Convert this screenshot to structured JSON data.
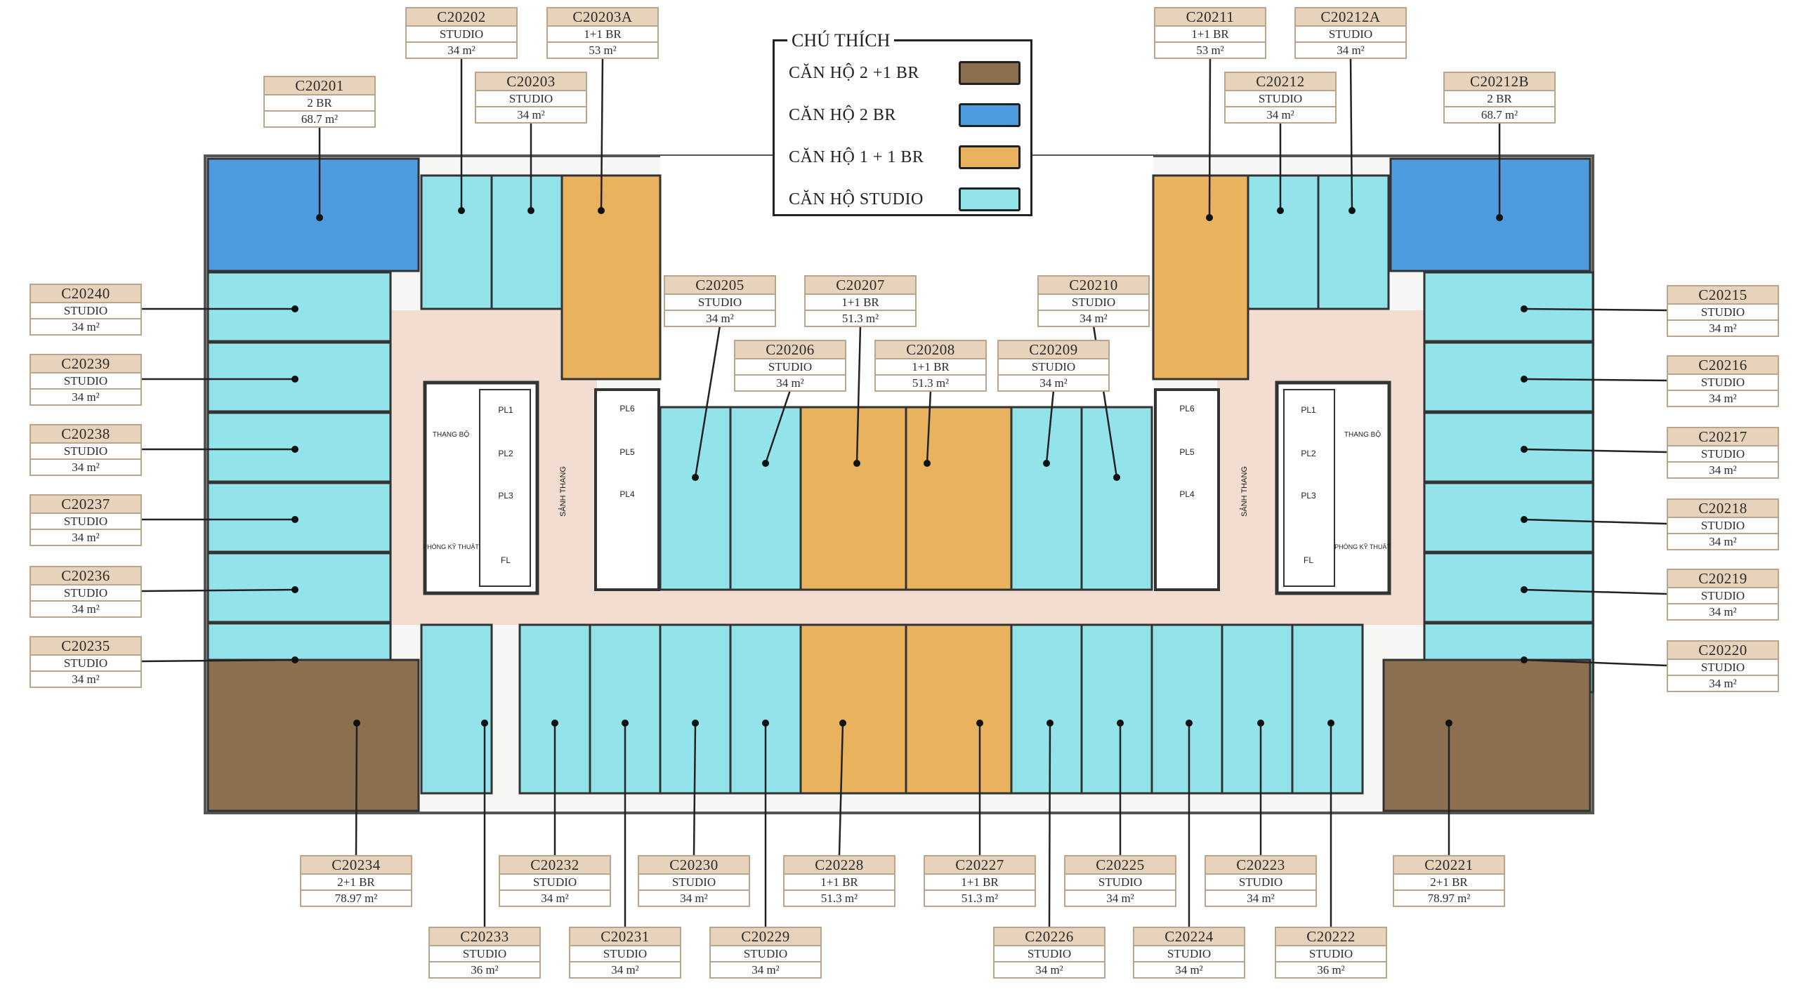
{
  "legend": {
    "title": "CHÚ THÍCH",
    "items": [
      {
        "label": "CĂN HỘ 2 +1 BR",
        "color": "#8b6f4e"
      },
      {
        "label": "CĂN HỘ 2 BR",
        "color": "#4f9be0"
      },
      {
        "label": "CĂN HỘ 1 + 1 BR",
        "color": "#e9b25f"
      },
      {
        "label": "CĂN HỘ  STUDIO",
        "color": "#93e3ea"
      }
    ]
  },
  "colors": {
    "unit_2plus1": "#8b6f4e",
    "unit_2br": "#4f9be0",
    "unit_1plus1": "#e9b25f",
    "unit_studio": "#93e3ea",
    "corridor": "#f3ddd0",
    "label_header": "#e7d3bb"
  },
  "core_left": {
    "stair_label": "THANG BỘ",
    "hall_label": "SẢNH THANG",
    "tech_label": "PHÒNG KỸ THUẬT",
    "lifts": [
      "PL1",
      "PL2",
      "PL3",
      "FL"
    ],
    "lifts_b": [
      "PL6",
      "PL5",
      "PL4"
    ]
  },
  "core_right": {
    "stair_label": "THANG BỘ",
    "hall_label": "SẢNH THANG",
    "tech_label": "PHÒNG KỸ THUẬT",
    "lifts": [
      "PL1",
      "PL2",
      "PL3",
      "FL"
    ],
    "lifts_b": [
      "PL6",
      "PL5",
      "PL4"
    ]
  },
  "units": [
    {
      "code": "C20201",
      "type": "2 BR",
      "area": "68.7 m²"
    },
    {
      "code": "C20202",
      "type": "STUDIO",
      "area": "34 m²"
    },
    {
      "code": "C20203A",
      "type": "1+1 BR",
      "area": "53 m²"
    },
    {
      "code": "C20203",
      "type": "STUDIO",
      "area": "34 m²"
    },
    {
      "code": "C20205",
      "type": "STUDIO",
      "area": "34 m²"
    },
    {
      "code": "C20207",
      "type": "1+1 BR",
      "area": "51.3 m²"
    },
    {
      "code": "C20210",
      "type": "STUDIO",
      "area": "34 m²"
    },
    {
      "code": "C20206",
      "type": "STUDIO",
      "area": "34 m²"
    },
    {
      "code": "C20208",
      "type": "1+1 BR",
      "area": "51.3 m²"
    },
    {
      "code": "C20209",
      "type": "STUDIO",
      "area": "34 m²"
    },
    {
      "code": "C20211",
      "type": "1+1 BR",
      "area": "53 m²"
    },
    {
      "code": "C20212A",
      "type": "STUDIO",
      "area": "34 m²"
    },
    {
      "code": "C20212",
      "type": "STUDIO",
      "area": "34 m²"
    },
    {
      "code": "C20212B",
      "type": "2 BR",
      "area": "68.7 m²"
    },
    {
      "code": "C20240",
      "type": "STUDIO",
      "area": "34 m²"
    },
    {
      "code": "C20239",
      "type": "STUDIO",
      "area": "34 m²"
    },
    {
      "code": "C20238",
      "type": "STUDIO",
      "area": "34 m²"
    },
    {
      "code": "C20237",
      "type": "STUDIO",
      "area": "34 m²"
    },
    {
      "code": "C20236",
      "type": "STUDIO",
      "area": "34 m²"
    },
    {
      "code": "C20235",
      "type": "STUDIO",
      "area": "34 m²"
    },
    {
      "code": "C20215",
      "type": "STUDIO",
      "area": "34 m²"
    },
    {
      "code": "C20216",
      "type": "STUDIO",
      "area": "34 m²"
    },
    {
      "code": "C20217",
      "type": "STUDIO",
      "area": "34 m²"
    },
    {
      "code": "C20218",
      "type": "STUDIO",
      "area": "34 m²"
    },
    {
      "code": "C20219",
      "type": "STUDIO",
      "area": "34 m²"
    },
    {
      "code": "C20220",
      "type": "STUDIO",
      "area": "34 m²"
    },
    {
      "code": "C20234",
      "type": "2+1 BR",
      "area": "78.97 m²"
    },
    {
      "code": "C20232",
      "type": "STUDIO",
      "area": "34 m²"
    },
    {
      "code": "C20230",
      "type": "STUDIO",
      "area": "34 m²"
    },
    {
      "code": "C20228",
      "type": "1+1 BR",
      "area": "51.3 m²"
    },
    {
      "code": "C20227",
      "type": "1+1 BR",
      "area": "51.3 m²"
    },
    {
      "code": "C20225",
      "type": "STUDIO",
      "area": "34 m²"
    },
    {
      "code": "C20223",
      "type": "STUDIO",
      "area": "34 m²"
    },
    {
      "code": "C20221",
      "type": "2+1 BR",
      "area": "78.97 m²"
    },
    {
      "code": "C20233",
      "type": "STUDIO",
      "area": "36  m²"
    },
    {
      "code": "C20231",
      "type": "STUDIO",
      "area": "34 m²"
    },
    {
      "code": "C20229",
      "type": "STUDIO",
      "area": "34 m²"
    },
    {
      "code": "C20226",
      "type": "STUDIO",
      "area": "34 m²"
    },
    {
      "code": "C20224",
      "type": "STUDIO",
      "area": "34 m²"
    },
    {
      "code": "C20222",
      "type": "STUDIO",
      "area": "36 m²"
    }
  ]
}
